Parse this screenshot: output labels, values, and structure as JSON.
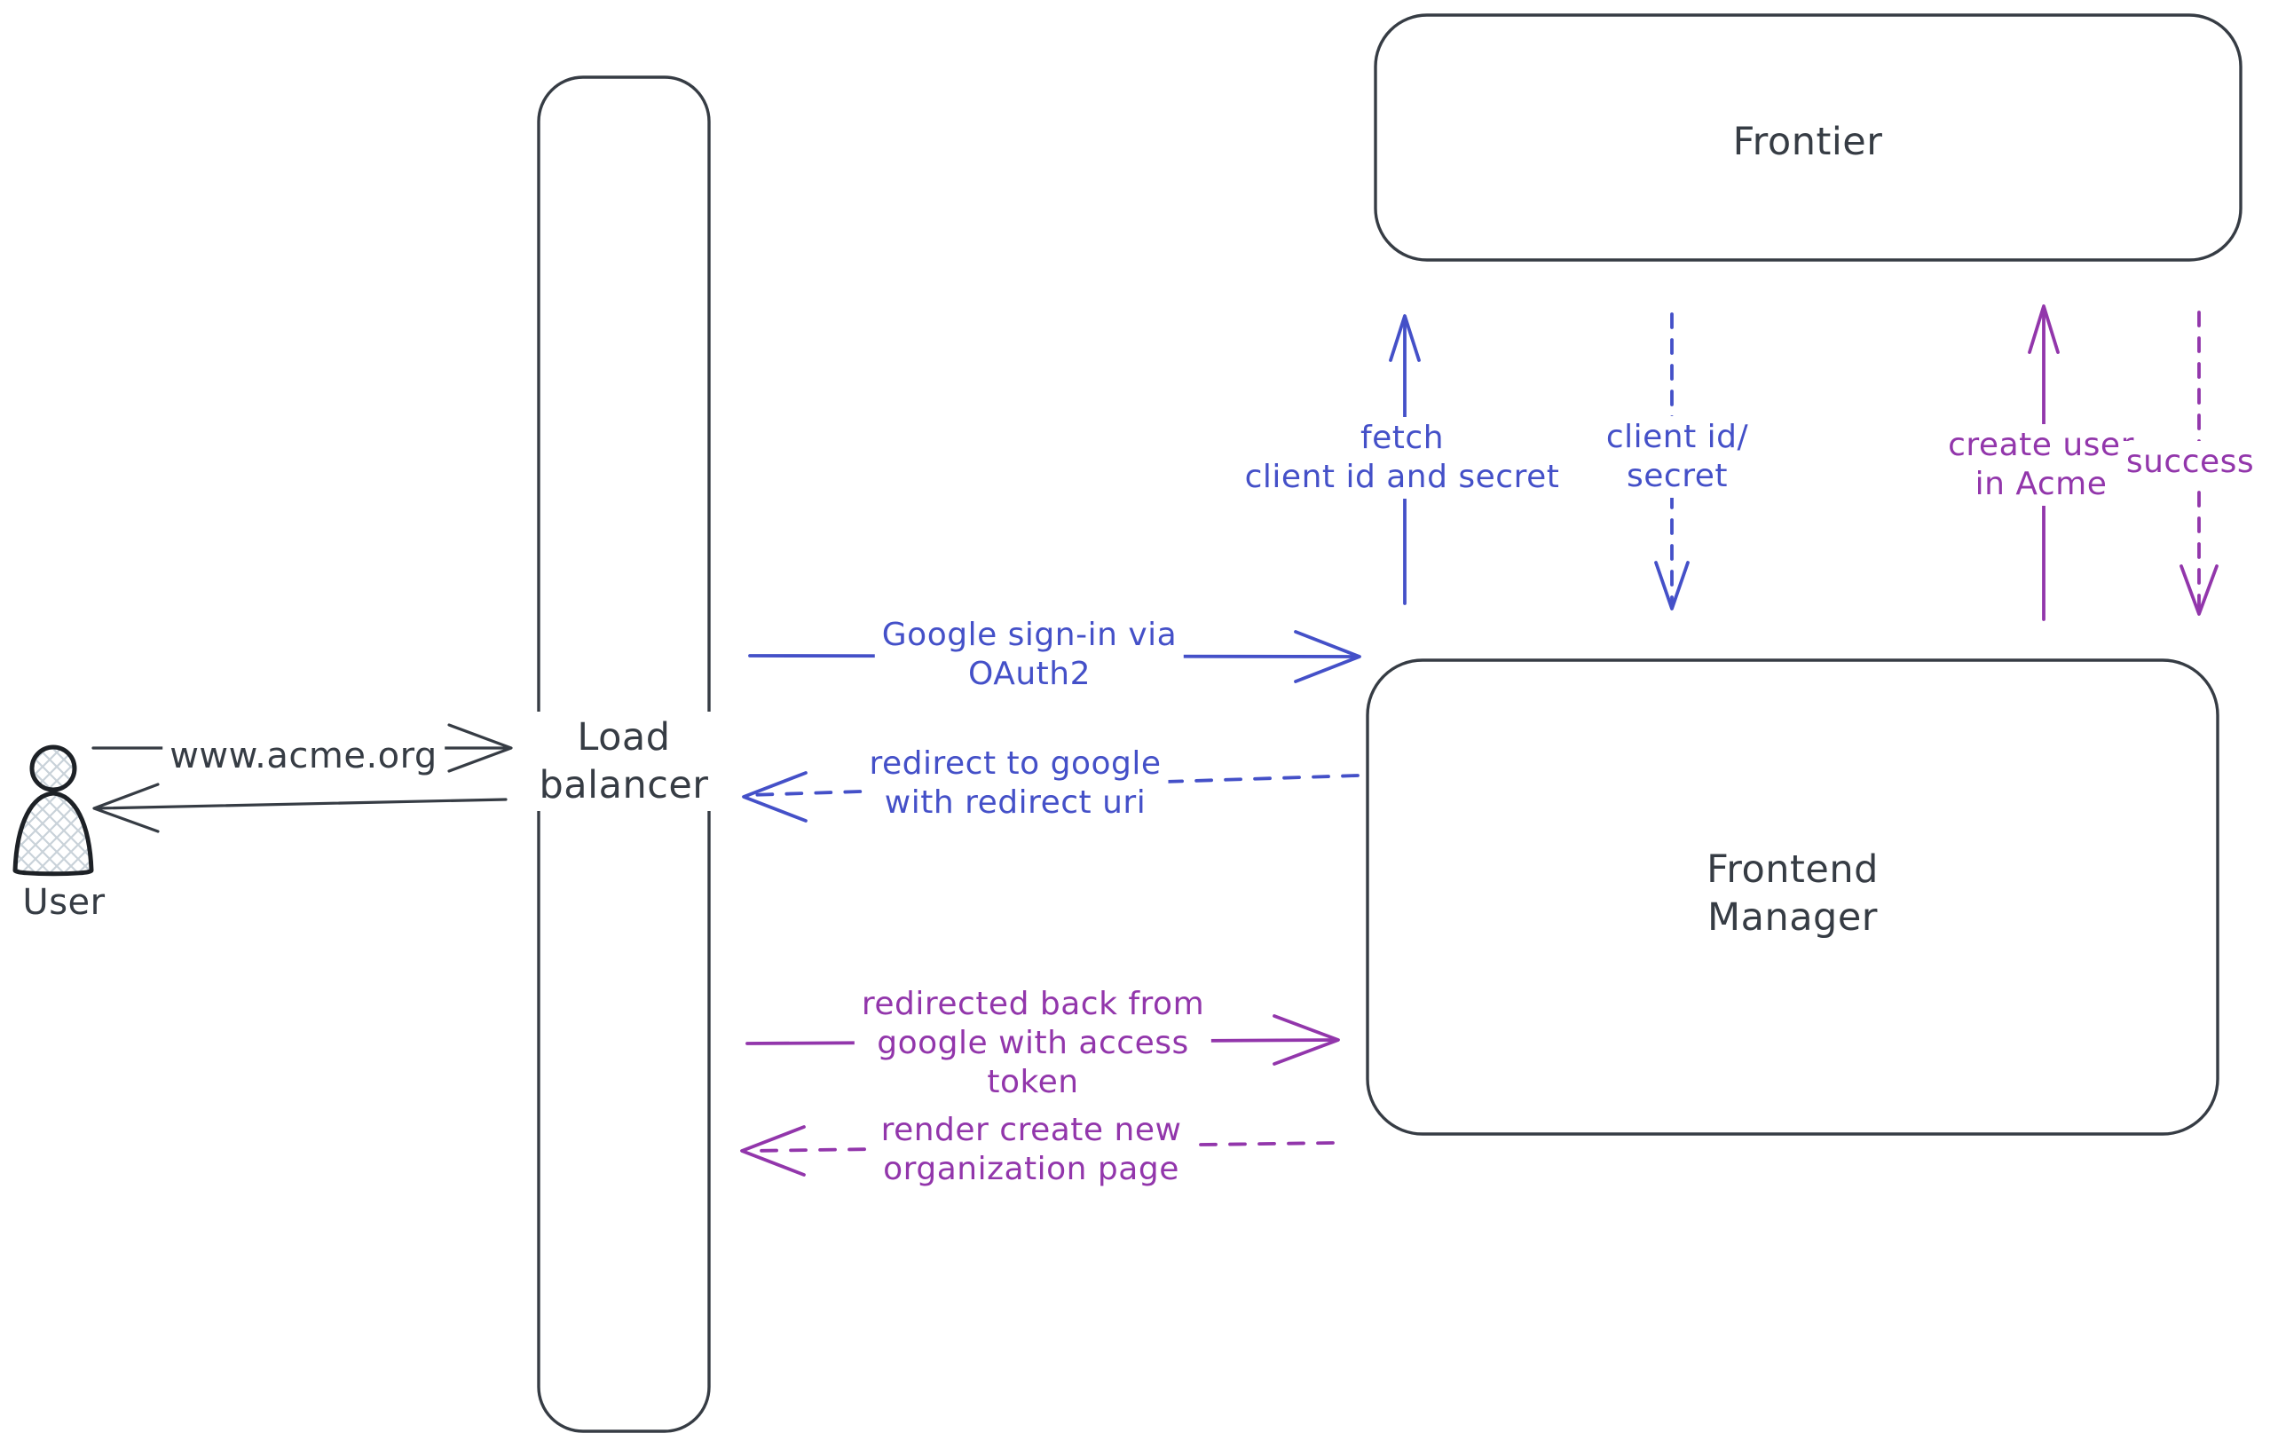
{
  "colors": {
    "ink": "#363c44",
    "blue": "#4450c8",
    "purple": "#9236ab",
    "canvas_background": "#ffffff",
    "user_hatch_fill": "#c9d2d9"
  },
  "nodes": {
    "user": {
      "icon": "user-icon",
      "label": "User"
    },
    "load_balancer": {
      "lines": [
        "Load",
        "balancer"
      ]
    },
    "frontier": {
      "label": "Frontier"
    },
    "frontend_manager": {
      "lines": [
        "Frontend",
        "Manager"
      ]
    }
  },
  "edges": {
    "www_acme": {
      "label": "www.acme.org",
      "from": "user",
      "to": "load_balancer",
      "style": "solid",
      "color": "#363c44"
    },
    "response_to_user": {
      "label": "",
      "from": "load_balancer",
      "to": "user",
      "style": "solid",
      "color": "#363c44"
    },
    "google_signin": {
      "lines": [
        "Google sign-in via",
        "OAuth2"
      ],
      "from": "load_balancer",
      "to": "frontend_manager",
      "style": "solid",
      "color": "#4450c8"
    },
    "redirect_to_google": {
      "lines": [
        "redirect to google",
        "with redirect uri"
      ],
      "from": "frontend_manager",
      "to": "load_balancer",
      "style": "dashed",
      "color": "#4450c8"
    },
    "fetch_credentials": {
      "lines": [
        "fetch",
        "client id and secret"
      ],
      "from": "frontend_manager",
      "to": "frontier",
      "style": "solid",
      "color": "#4450c8"
    },
    "client_id_secret": {
      "lines": [
        "client id/",
        "secret"
      ],
      "from": "frontier",
      "to": "frontend_manager",
      "style": "dashed",
      "color": "#4450c8"
    },
    "redirected_back": {
      "lines": [
        "redirected back from",
        "google with access",
        "token"
      ],
      "from": "load_balancer",
      "to": "frontend_manager",
      "style": "solid",
      "color": "#9236ab"
    },
    "render_org_page": {
      "lines": [
        "render create new",
        "organization page"
      ],
      "from": "frontend_manager",
      "to": "load_balancer",
      "style": "dashed",
      "color": "#9236ab"
    },
    "create_user": {
      "lines": [
        "create user",
        "in Acme"
      ],
      "from": "frontend_manager",
      "to": "frontier",
      "style": "solid",
      "color": "#9236ab"
    },
    "success": {
      "lines": [
        "success"
      ],
      "from": "frontier",
      "to": "frontend_manager",
      "style": "dashed",
      "color": "#9236ab"
    }
  }
}
